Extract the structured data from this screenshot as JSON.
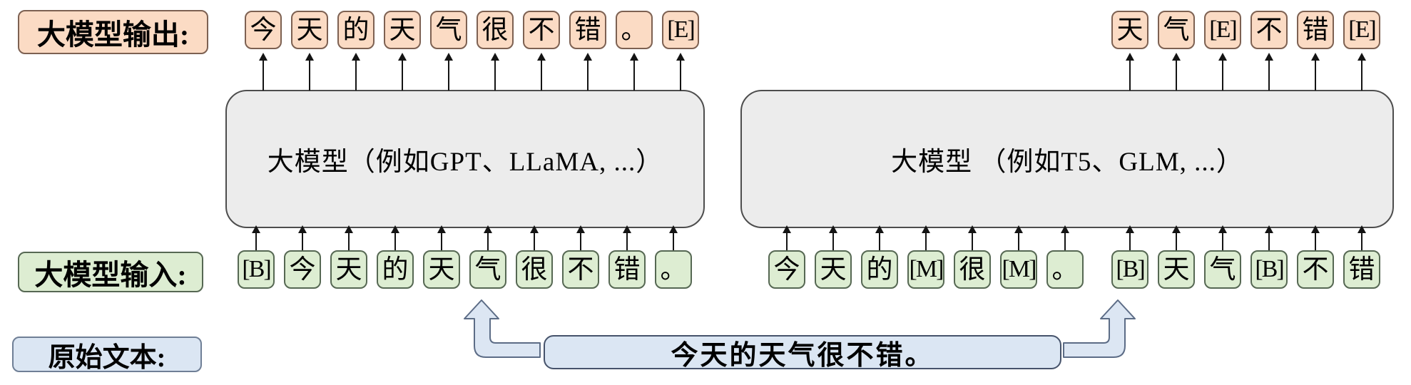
{
  "labels": {
    "model_output": "大模型输出:",
    "model_input": "大模型输入:",
    "source_text": "原始文本:"
  },
  "source": {
    "text": "今天的天气很不错。"
  },
  "left_model": {
    "name": "大模型（例如GPT、LLaMA, ...）",
    "output_tokens": [
      "今",
      "天",
      "的",
      "天",
      "气",
      "很",
      "不",
      "错",
      "。",
      "[E]"
    ],
    "input_tokens": [
      "[B]",
      "今",
      "天",
      "的",
      "天",
      "气",
      "很",
      "不",
      "错",
      "。"
    ]
  },
  "right_model": {
    "name": "大模型 （例如T5、GLM, ...）",
    "output_tokens": [
      "天",
      "气",
      "[E]",
      "不",
      "错",
      "[E]"
    ],
    "input_tokens_context": [
      "今",
      "天",
      "的",
      "[M]",
      "很",
      "[M]",
      "。"
    ],
    "input_tokens_target": [
      "[B]",
      "天",
      "气",
      "[B]",
      "不",
      "错"
    ]
  },
  "colors": {
    "output_token": "#fbdbc4",
    "input_token": "#ddedd2",
    "source_box": "#dbe6f3",
    "model_box": "#ececec"
  }
}
